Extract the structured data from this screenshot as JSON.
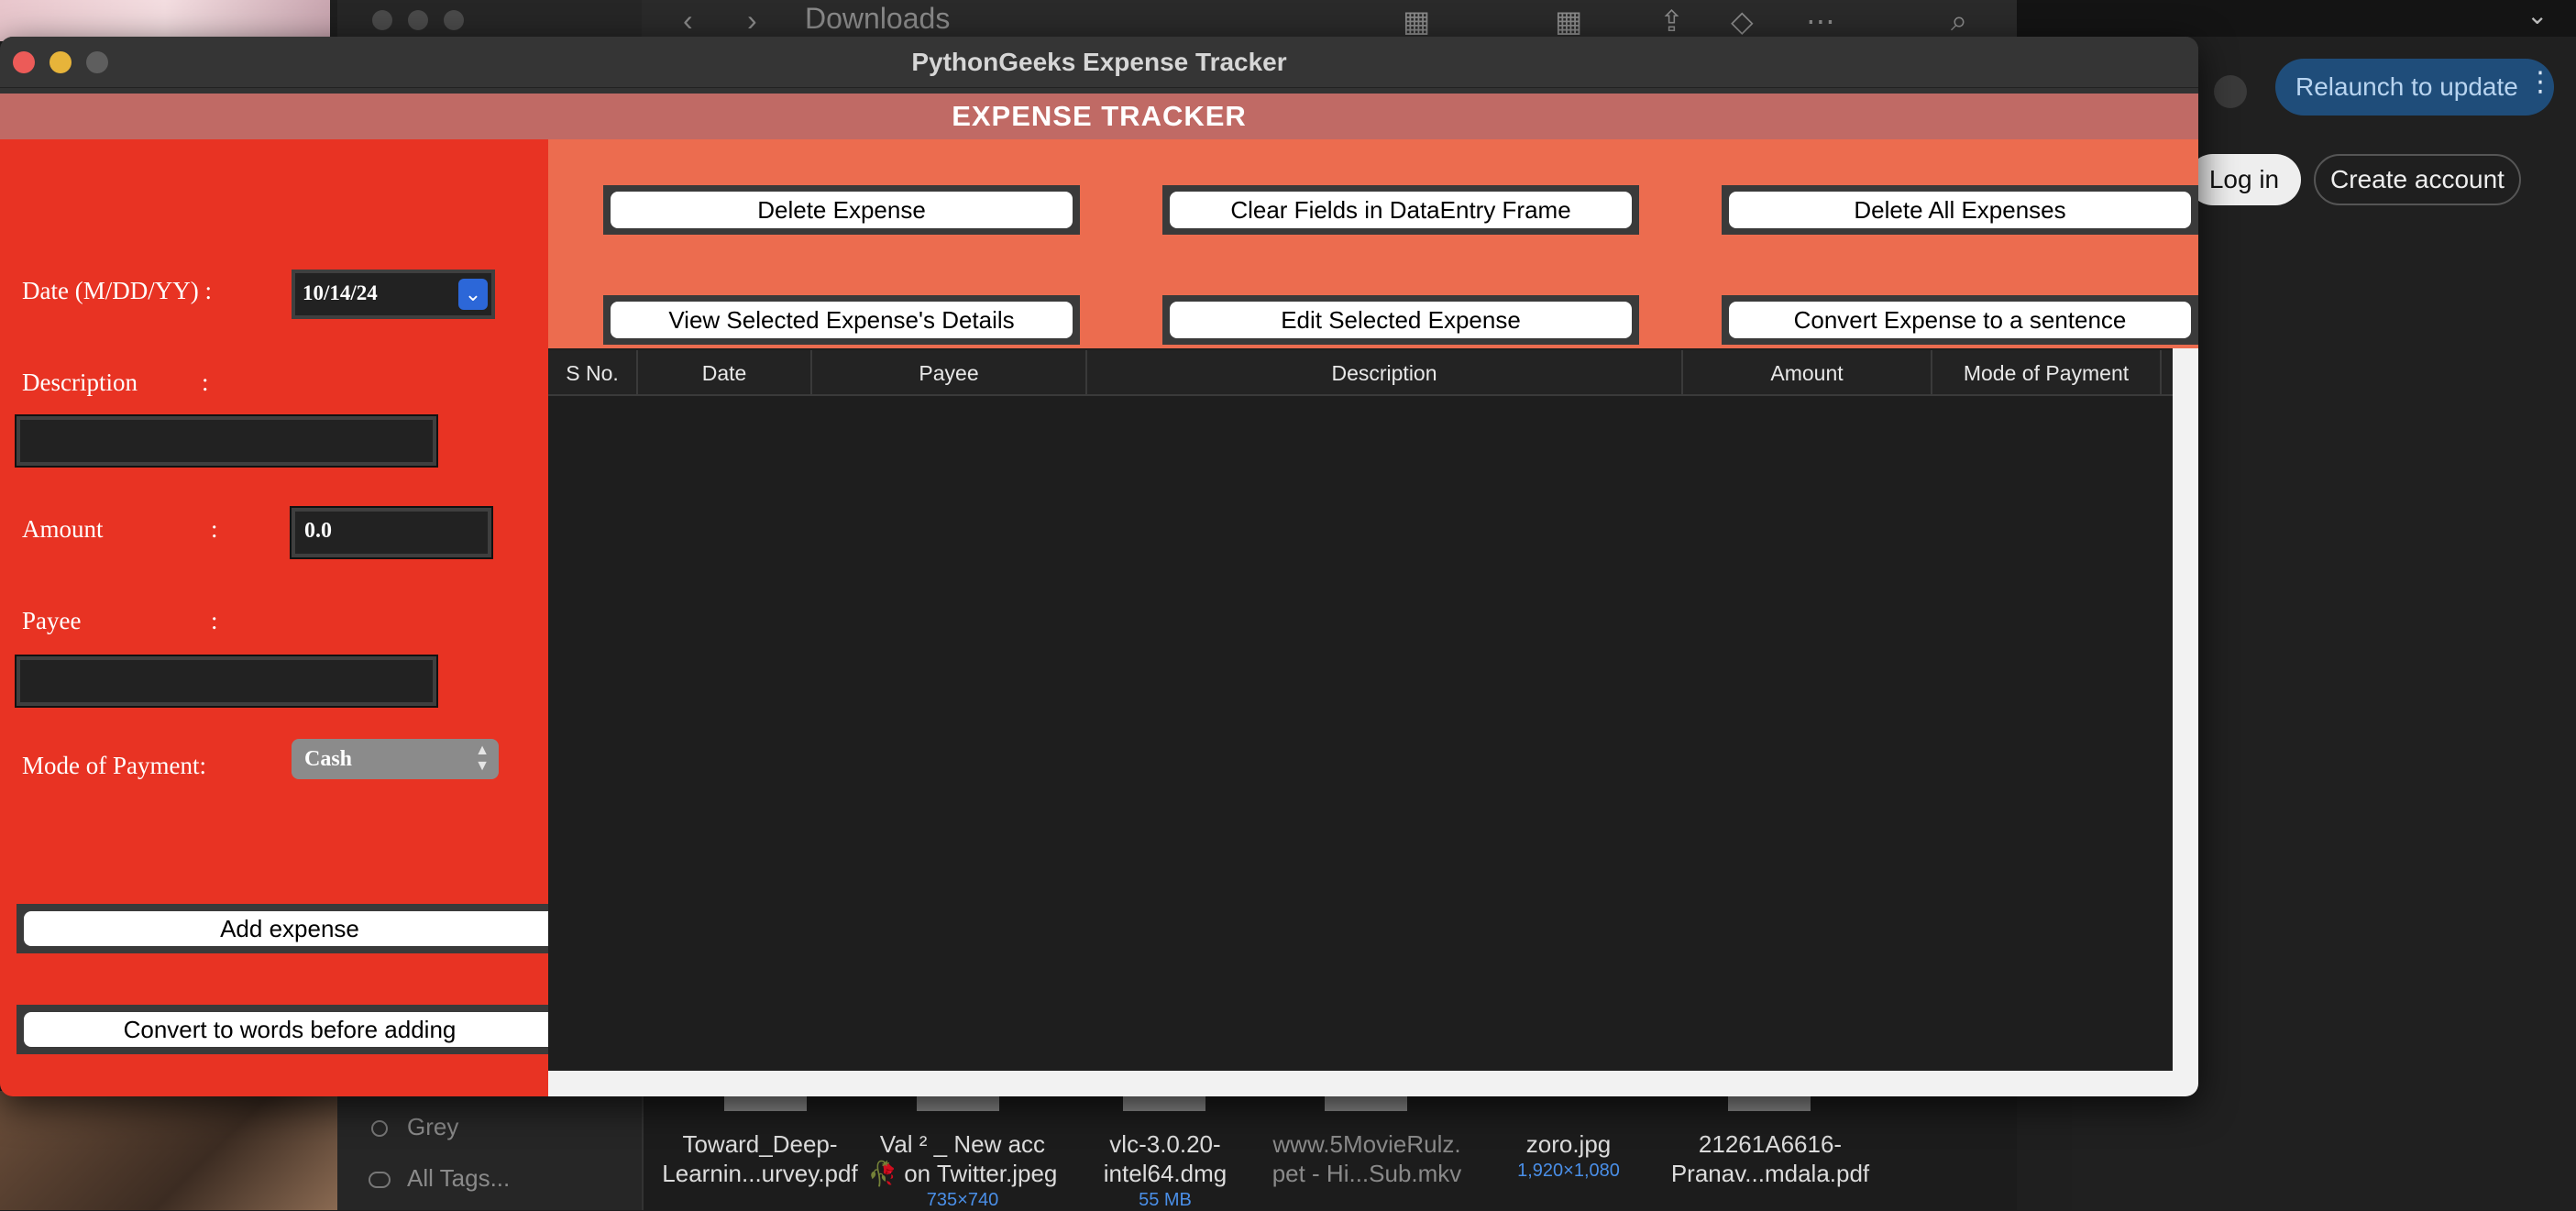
{
  "background": {
    "finder_title": "Downloads",
    "sidebar_items": [
      "Grey",
      "All Tags..."
    ],
    "files": [
      {
        "name_line1": "Toward_Deep-",
        "name_line2": "Learnin...urvey.pdf",
        "meta": ""
      },
      {
        "name_line1": "Val ² _ New acc",
        "name_line2": "🥀 on Twitter.jpeg",
        "meta": "735×740"
      },
      {
        "name_line1": "vlc-3.0.20-",
        "name_line2": "intel64.dmg",
        "meta": "55 MB"
      },
      {
        "name_line1": "www.5MovieRulz.",
        "name_line2": "pet - Hi...Sub.mkv",
        "meta": ""
      },
      {
        "name_line1": "zoro.jpg",
        "name_line2": "",
        "meta": "1,920×1,080"
      },
      {
        "name_line1": "21261A6616-",
        "name_line2": "Pranav...mdala.pdf",
        "meta": ""
      }
    ],
    "relaunch_label": "Relaunch to update",
    "login_label": "Log in",
    "create_account_label": "Create account"
  },
  "window": {
    "title": "PythonGeeks Expense Tracker",
    "heading": "EXPENSE TRACKER"
  },
  "form": {
    "date_label": "Date (M/DD/YY) :",
    "date_value": "10/14/24",
    "description_label": "Description",
    "description_colon": ":",
    "description_value": "",
    "amount_label": "Amount",
    "amount_colon": ":",
    "amount_value": "0.0",
    "payee_label": "Payee",
    "payee_colon": ":",
    "payee_value": "",
    "mode_label": "Mode of Payment:",
    "mode_value": "Cash",
    "add_button": "Add expense",
    "convert_button": "Convert to words before adding"
  },
  "buttons": {
    "delete_expense": "Delete Expense",
    "clear_fields": "Clear Fields in DataEntry Frame",
    "delete_all": "Delete All Expenses",
    "view_details": "View Selected Expense's Details",
    "edit_selected": "Edit Selected Expense",
    "convert_sentence": "Convert Expense to a sentence"
  },
  "table": {
    "columns": [
      "S No.",
      "Date",
      "Payee",
      "Description",
      "Amount",
      "Mode of Payment"
    ],
    "rows": []
  },
  "colors": {
    "left_frame": "#e83323",
    "button_frame": "#ec6c4f",
    "heading_bar": "#c06a65",
    "date_dropdown": "#2c67d8"
  }
}
